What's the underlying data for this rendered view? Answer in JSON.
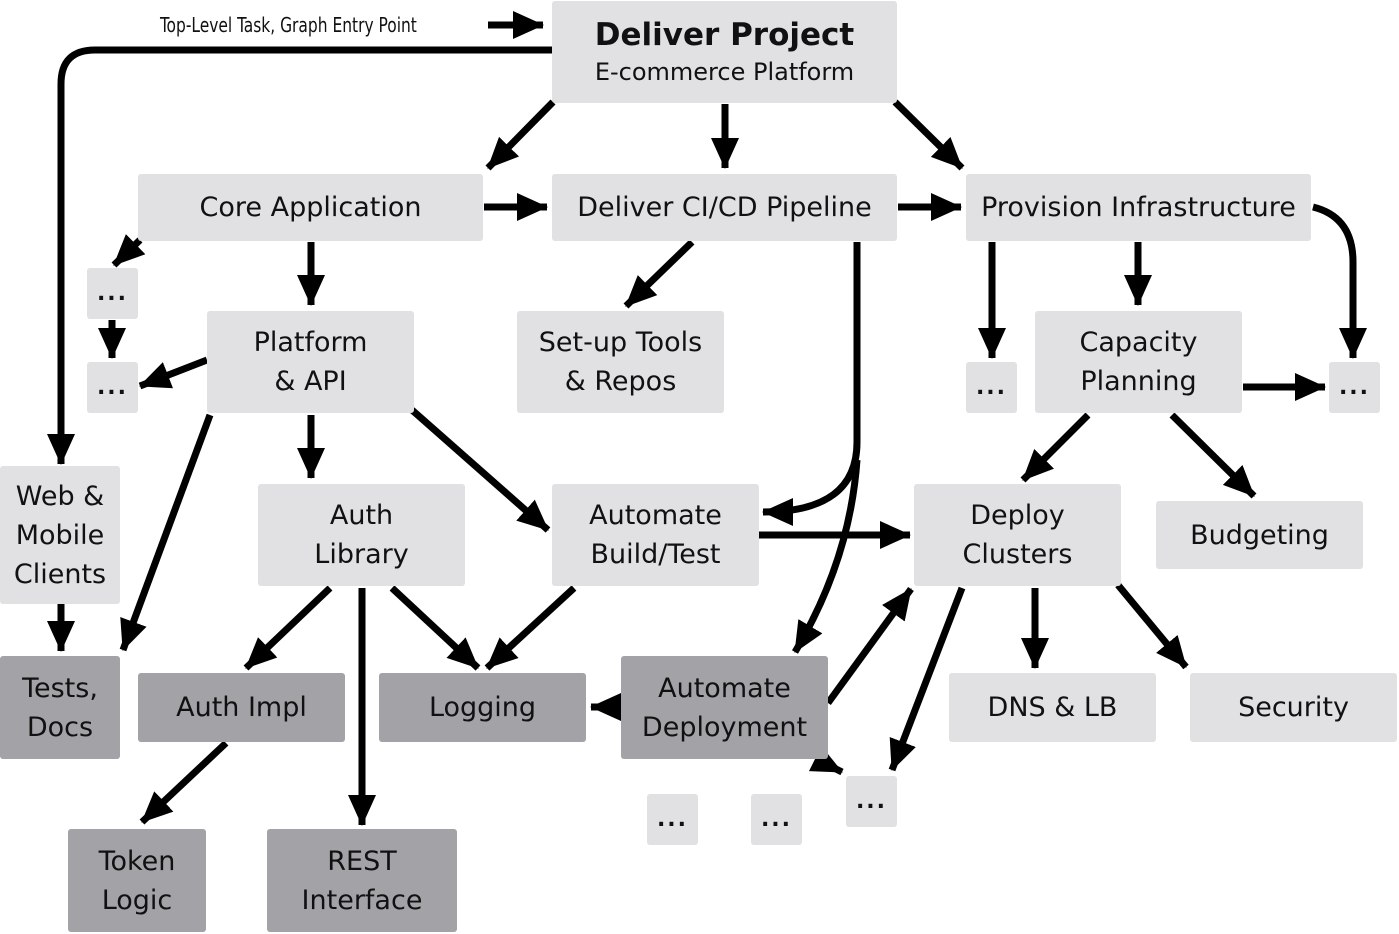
{
  "entry_label": "Top-Level Task, Graph Entry Point",
  "nodes": {
    "deliver_project": {
      "title": "Deliver Project",
      "subtitle": "E-commerce Platform"
    },
    "core_application": {
      "lines": [
        "Core Application"
      ]
    },
    "cicd_pipeline": {
      "lines": [
        "Deliver CI/CD Pipeline"
      ]
    },
    "provision_infrastructure": {
      "lines": [
        "Provision Infrastructure"
      ]
    },
    "platform_api": {
      "lines": [
        "Platform",
        "& API"
      ]
    },
    "setup_tools": {
      "lines": [
        "Set-up Tools",
        "& Repos"
      ]
    },
    "capacity_planning": {
      "lines": [
        "Capacity",
        "Planning"
      ]
    },
    "web_mobile_clients": {
      "lines": [
        "Web &",
        "Mobile",
        "Clients"
      ]
    },
    "auth_library": {
      "lines": [
        "Auth",
        "Library"
      ]
    },
    "automate_build_test": {
      "lines": [
        "Automate",
        "Build/Test"
      ]
    },
    "deploy_clusters": {
      "lines": [
        "Deploy",
        "Clusters"
      ]
    },
    "budgeting": {
      "lines": [
        "Budgeting"
      ]
    },
    "tests_docs": {
      "lines": [
        "Tests,",
        "Docs"
      ]
    },
    "auth_impl": {
      "lines": [
        "Auth Impl"
      ]
    },
    "logging": {
      "lines": [
        "Logging"
      ]
    },
    "automate_deployment": {
      "lines": [
        "Automate",
        "Deployment"
      ]
    },
    "dns_lb": {
      "lines": [
        "DNS & LB"
      ]
    },
    "security": {
      "lines": [
        "Security"
      ]
    },
    "token_logic": {
      "lines": [
        "Token",
        "Logic"
      ]
    },
    "rest_interface": {
      "lines": [
        "REST",
        "Interface"
      ]
    },
    "ellipsis": "..."
  },
  "colors": {
    "node_fill": "#e1e1e3",
    "leaf_fill": "#a3a3a7",
    "arrow": "#000000",
    "text": "#111111"
  }
}
